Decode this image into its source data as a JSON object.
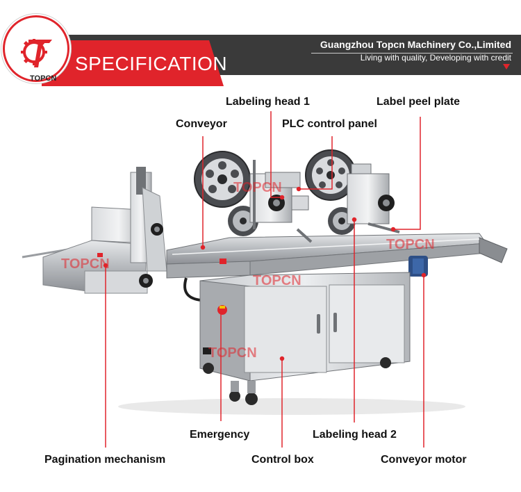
{
  "header": {
    "title": "SPECIFICATION",
    "company": "Guangzhou Topcn Machinery Co.,Limited",
    "slogan": "Living with quality, Developing with credit",
    "logo_text": "TOPCN"
  },
  "watermark": "TOPCN",
  "labels": {
    "labeling_head_1": "Labeling head 1",
    "label_peel_plate": "Label peel plate",
    "conveyor": "Conveyor",
    "plc_control_panel": "PLC control panel",
    "emergency": "Emergency",
    "labeling_head_2": "Labeling head 2",
    "pagination_mechanism": "Pagination mechanism",
    "control_box": "Control box",
    "conveyor_motor": "Conveyor motor"
  },
  "colors": {
    "accent": "#e0242b",
    "header_bar": "#3a3a3a",
    "steel": "#b9bcc0"
  }
}
